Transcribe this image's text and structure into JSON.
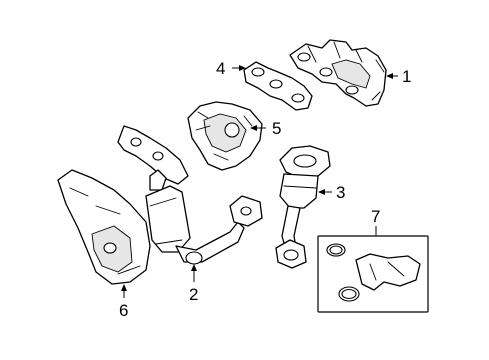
{
  "callouts": {
    "c1": "1",
    "c2": "2",
    "c3": "3",
    "c4": "4",
    "c5": "5",
    "c6": "6",
    "c7": "7"
  },
  "parts": [
    {
      "callout": "1",
      "icon": "exhaust-manifold-icon"
    },
    {
      "callout": "2",
      "icon": "front-pipe-with-catalytic-converter-icon"
    },
    {
      "callout": "3",
      "icon": "rear-catalytic-converter-icon"
    },
    {
      "callout": "4",
      "icon": "manifold-gasket-icon"
    },
    {
      "callout": "5",
      "icon": "heat-shield-icon"
    },
    {
      "callout": "6",
      "icon": "lower-heat-shield-icon"
    },
    {
      "callout": "7",
      "icon": "converter-kit-with-gaskets-icon"
    }
  ],
  "colors": {
    "line": "#000000",
    "background": "#ffffff"
  }
}
